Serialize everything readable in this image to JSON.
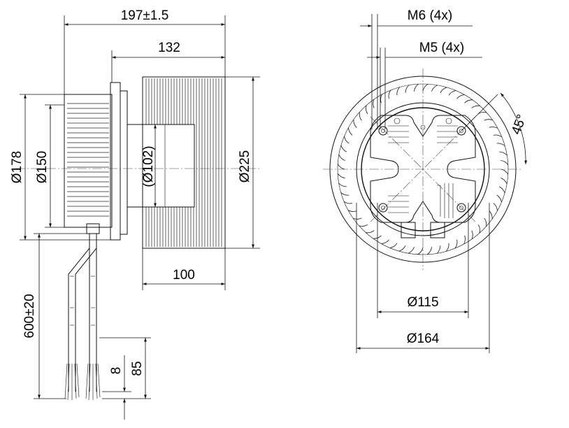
{
  "dimensions": {
    "overall_length": "197±1.5",
    "mount_length": "132",
    "outer_diameter": "Ø178",
    "flange_diameter": "Ø150",
    "hub_diameter": "(Ø102)",
    "impeller_diameter": "Ø225",
    "impeller_width": "100",
    "cable_length": "600±20",
    "strip_length": "8",
    "sleeve_length": "85",
    "thread_m6": "M6 (4x)",
    "thread_m5": "M5 (4x)",
    "angle": "45°",
    "bolt_circle_115": "Ø115",
    "bolt_circle_164": "Ø164"
  }
}
